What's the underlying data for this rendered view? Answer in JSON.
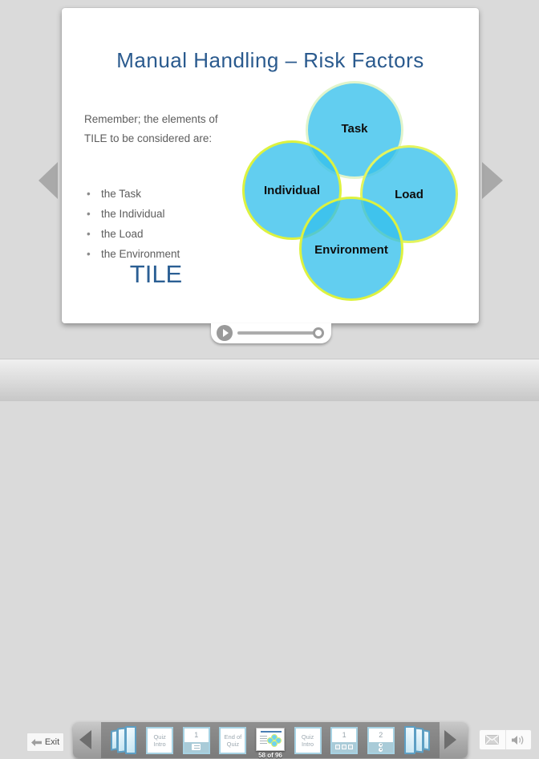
{
  "slide": {
    "title": "Manual Handling – Risk Factors",
    "intro": "Remember; the elements of TILE to be considered are:",
    "bullets": [
      "the Task",
      "the Individual",
      "the Load",
      "the Environment"
    ],
    "acronym": "TILE",
    "diagram": {
      "type": "venn-circles",
      "circles": [
        {
          "label": "Task",
          "position": "top"
        },
        {
          "label": "Individual",
          "position": "left"
        },
        {
          "label": "Load",
          "position": "right"
        },
        {
          "label": "Environment",
          "position": "bottom"
        }
      ]
    }
  },
  "player": {
    "exit_label": "Exit",
    "page_indicator": "58 of 96",
    "thumbnails": [
      {
        "type": "book-pages"
      },
      {
        "type": "slide",
        "label": "Quiz Intro"
      },
      {
        "type": "numbered",
        "label": "1"
      },
      {
        "type": "slide",
        "label": "End of Quiz"
      },
      {
        "type": "current-slide"
      },
      {
        "type": "slide",
        "label": "Quiz Intro"
      },
      {
        "type": "numbered",
        "label": "1"
      },
      {
        "type": "numbered",
        "label": "2"
      },
      {
        "type": "book-pages"
      }
    ],
    "icons": {
      "prev": "left-triangle",
      "next": "right-triangle",
      "email": "envelope",
      "volume": "speaker",
      "play": "play-triangle",
      "exit": "left-arrow"
    }
  },
  "colors": {
    "circle_fill": "#45C6EE",
    "circle_ring": "#DDF23F",
    "title_blue": "#2A5A8E",
    "acronym_blue": "#2B5F94",
    "body_gray": "#5D5D5D",
    "stage_bg": "#DADADA",
    "nav_strip": "#808080"
  }
}
